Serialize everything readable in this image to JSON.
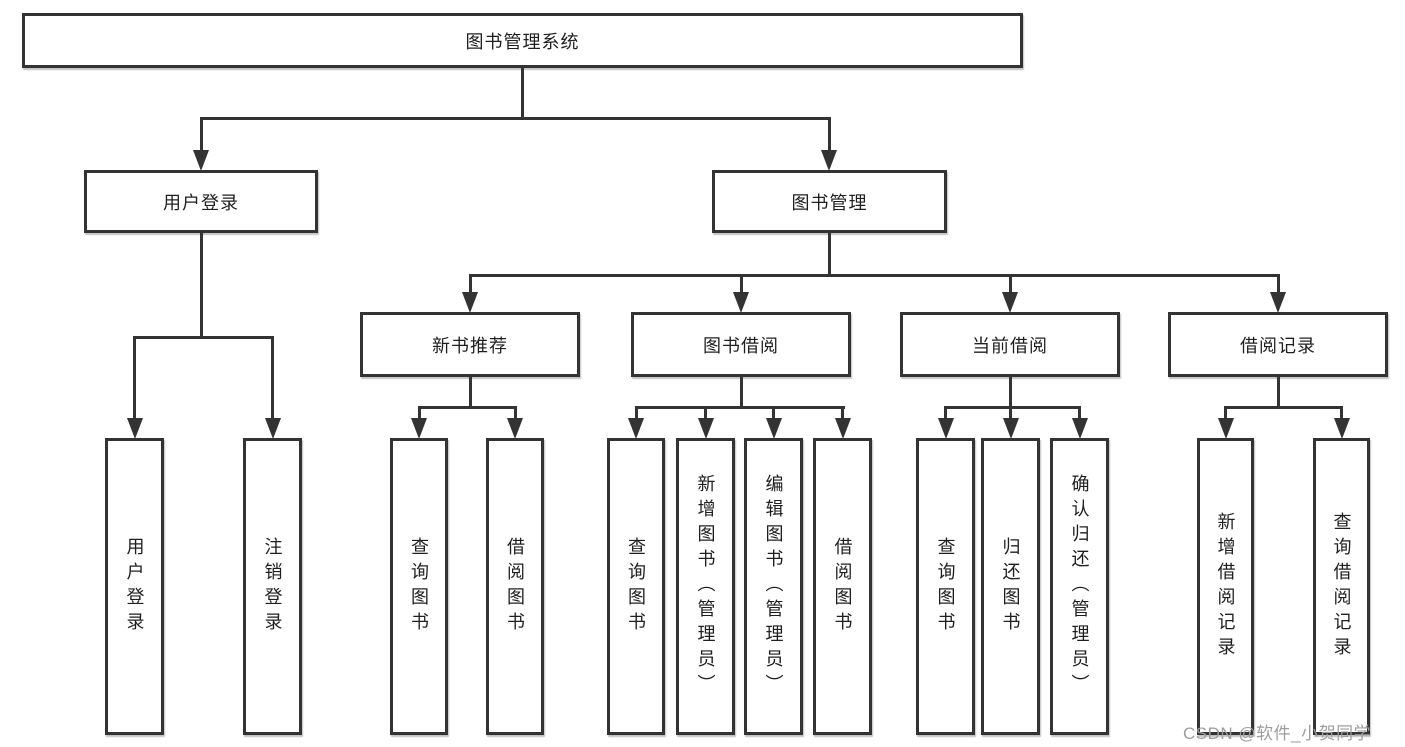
{
  "diagram": {
    "type": "tree-structure-diagram",
    "root": "图书管理系统",
    "level2": [
      "用户登录",
      "图书管理"
    ],
    "level3": [
      "新书推荐",
      "图书借阅",
      "当前借阅",
      "借阅记录"
    ],
    "leaves": {
      "user_login": [
        "用户登录",
        "注销登录"
      ],
      "new_book": [
        "查询图书",
        "借阅图书"
      ],
      "book_borrow": [
        "查询图书",
        "新增图书（管理员）",
        "编辑图书（管理员）",
        "借阅图书"
      ],
      "current_borrow": [
        "查询图书",
        "归还图书",
        "确认归还（管理员）"
      ],
      "borrow_records": [
        "新增借阅记录",
        "查询借阅记录"
      ]
    },
    "edges": [
      {
        "from": "图书管理系统",
        "to": "用户登录"
      },
      {
        "from": "图书管理系统",
        "to": "图书管理"
      },
      {
        "from": "用户登录",
        "to": "用户登录"
      },
      {
        "from": "用户登录",
        "to": "注销登录"
      },
      {
        "from": "图书管理",
        "to": "新书推荐"
      },
      {
        "from": "图书管理",
        "to": "图书借阅"
      },
      {
        "from": "图书管理",
        "to": "当前借阅"
      },
      {
        "from": "图书管理",
        "to": "借阅记录"
      },
      {
        "from": "新书推荐",
        "to": "查询图书"
      },
      {
        "from": "新书推荐",
        "to": "借阅图书"
      },
      {
        "from": "图书借阅",
        "to": "查询图书"
      },
      {
        "from": "图书借阅",
        "to": "新增图书（管理员）"
      },
      {
        "from": "图书借阅",
        "to": "编辑图书（管理员）"
      },
      {
        "from": "图书借阅",
        "to": "借阅图书"
      },
      {
        "from": "当前借阅",
        "to": "查询图书"
      },
      {
        "from": "当前借阅",
        "to": "归还图书"
      },
      {
        "from": "当前借阅",
        "to": "确认归还（管理员）"
      },
      {
        "from": "借阅记录",
        "to": "新增借阅记录"
      },
      {
        "from": "借阅记录",
        "to": "查询借阅记录"
      }
    ],
    "colors": {
      "line": "#333333",
      "text": "#1f1f1f",
      "box_background": "#ffffff",
      "watermark": "#9e9e9e"
    },
    "watermark": "CSDN @软件_小贺同学"
  }
}
